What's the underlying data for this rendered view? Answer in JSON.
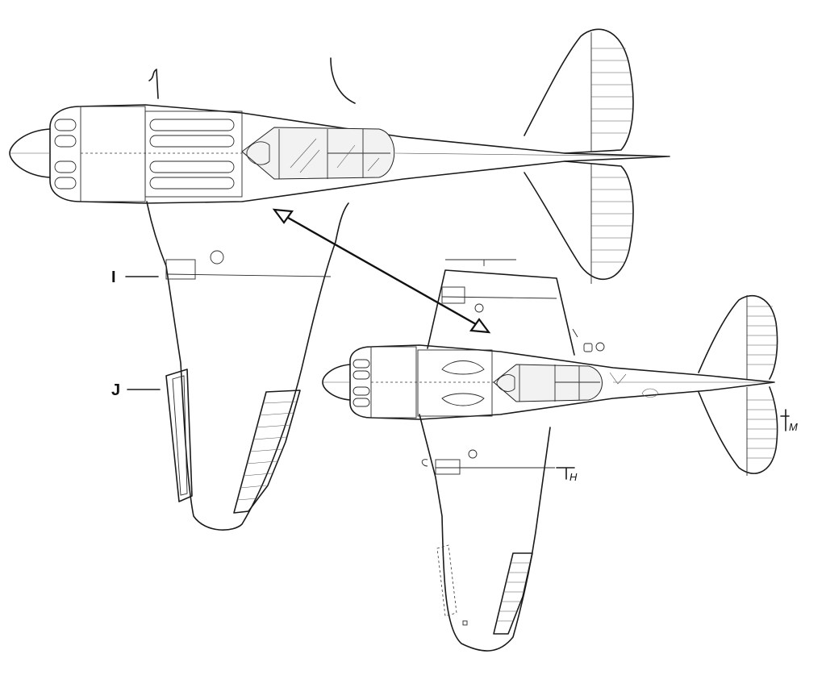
{
  "section_labels": {
    "large_view_station_upper": "I",
    "large_view_station_lower": "J",
    "small_view_station_wing": "H",
    "small_view_station_tail": "M"
  }
}
